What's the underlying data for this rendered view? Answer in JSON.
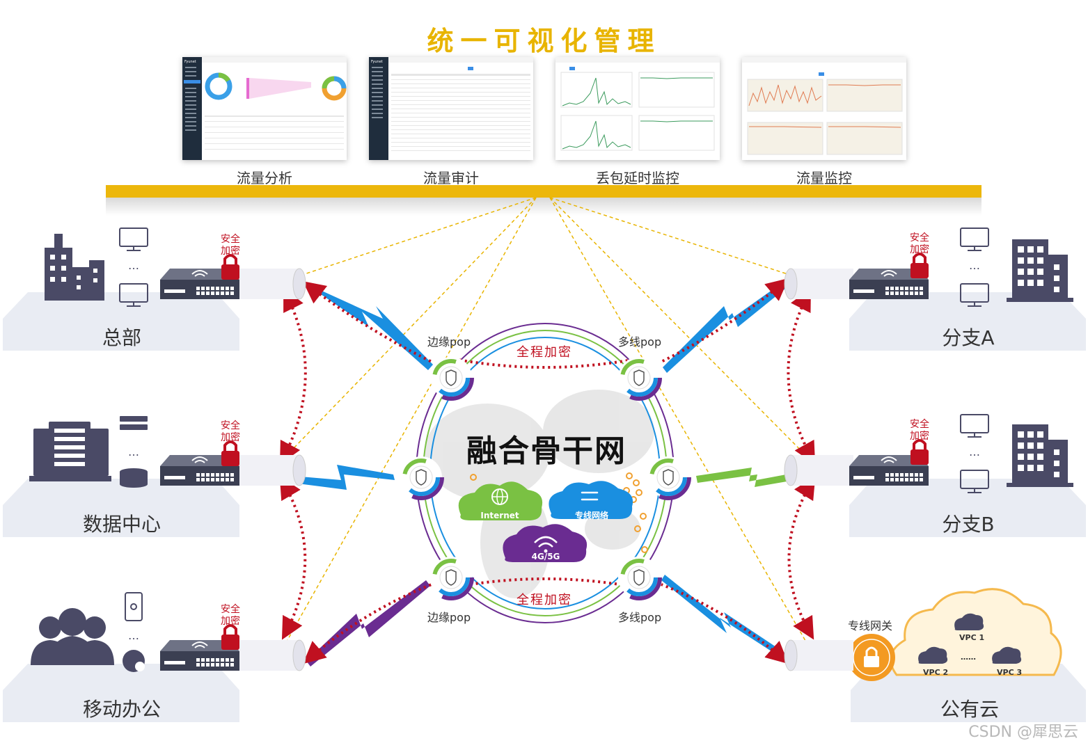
{
  "title": "统一可视化管理",
  "panels": [
    {
      "label": "流量分析"
    },
    {
      "label": "流量审计"
    },
    {
      "label": "丢包延时监控"
    },
    {
      "label": "流量监控"
    }
  ],
  "screenshot_brand": "Fyunet",
  "sites": {
    "hq": "总部",
    "datacenter": "数据中心",
    "mobile": "移动办公",
    "branch_a": "分支A",
    "branch_b": "分支B",
    "public_cloud": "公有云"
  },
  "security": {
    "line1": "安全",
    "line2": "加密"
  },
  "backbone": "融合骨干网",
  "pops": {
    "edge": "边缘pop",
    "multiline": "多线pop"
  },
  "full_encryption": "全程加密",
  "clouds": {
    "internet": "Internet",
    "private_line": "专线网络",
    "mobile": "4G/5G"
  },
  "gateway": "专线网关",
  "vpcs": [
    "VPC 1",
    "VPC 2",
    "VPC 3"
  ],
  "vpc_ellipsis": "……",
  "ellipsis": "…",
  "watermark": "CSDN @犀思云",
  "colors": {
    "title": "#e8b400",
    "bar": "#ecb70c",
    "encrypt": "#c01020",
    "accent_blue": "#1a8fe0",
    "accent_green": "#7ac143",
    "accent_purple": "#6a2c91"
  }
}
